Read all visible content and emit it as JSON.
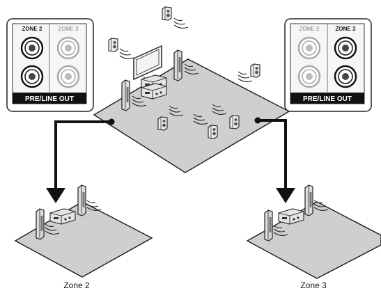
{
  "panels": {
    "left": {
      "zone_a_label": "ZONE 2",
      "zone_b_label": "ZONE 3",
      "footer": "PRE/LINE OUT",
      "active": "ZONE 2"
    },
    "right": {
      "zone_a_label": "ZONE 2",
      "zone_b_label": "ZONE 3",
      "footer": "PRE/LINE OUT",
      "active": "ZONE 3"
    }
  },
  "zones": {
    "left_caption": "Zone 2",
    "right_caption": "Zone 3"
  },
  "colors": {
    "floor": "#cfcfcf",
    "floor_stroke": "#222222",
    "arrow": "#111111",
    "active_jack": "#111111",
    "inactive_jack": "#a8a8a8"
  }
}
